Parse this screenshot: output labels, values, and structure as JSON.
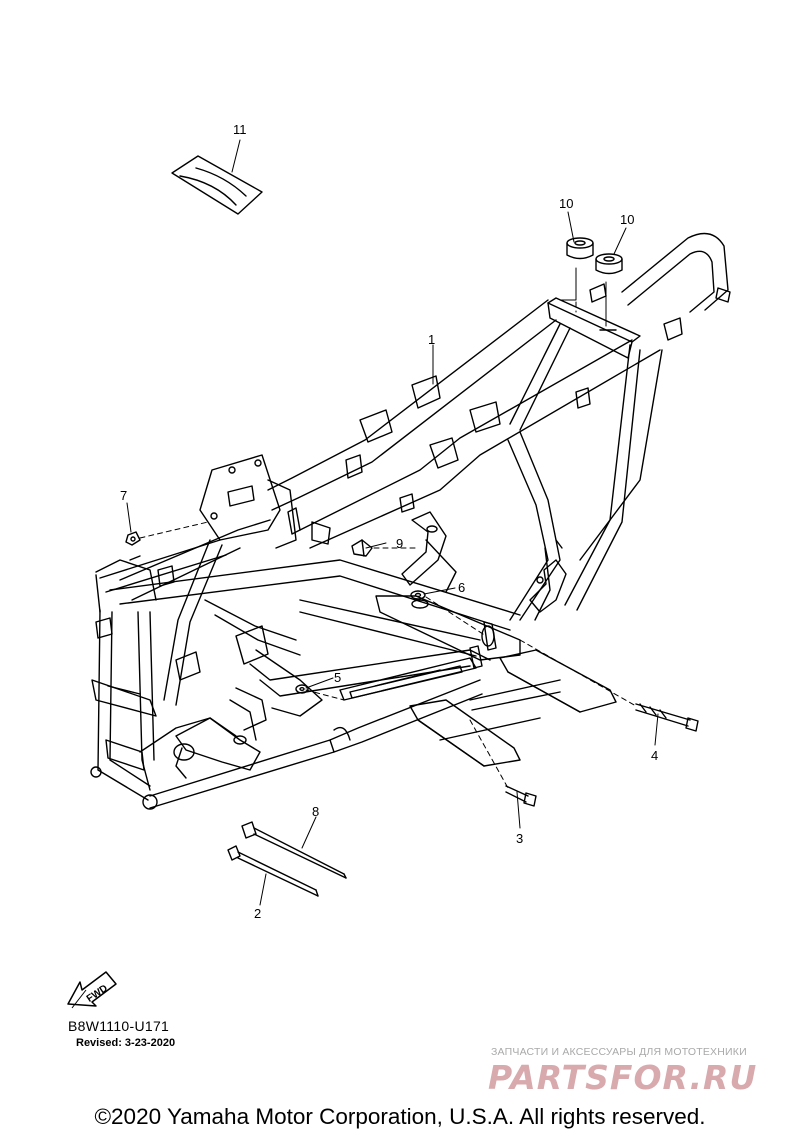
{
  "callouts": {
    "c1": "1",
    "c2": "2",
    "c3": "3",
    "c4": "4",
    "c5": "5",
    "c6": "6",
    "c7": "7",
    "c8": "8",
    "c9": "9",
    "c10a": "10",
    "c10b": "10",
    "c11": "11"
  },
  "fwd_label": "FWD",
  "diagram_code": "B8W1110-U171",
  "revised": "Revised: 3-23-2020",
  "watermark": {
    "tagline": "ЗАПЧАСТИ И АКСЕССУАРЫ ДЛЯ МОТОТЕХНИКИ",
    "logo": "PARTSFOR.RU"
  },
  "copyright": "©2020 Yamaha Motor Corporation, U.S.A. All rights reserved."
}
